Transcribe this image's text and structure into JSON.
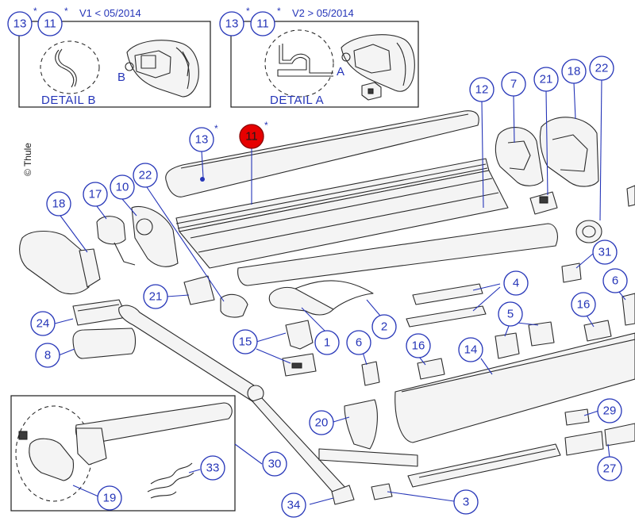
{
  "copyright": "© Thule",
  "details": {
    "left": {
      "version": "V1 < 05/2014",
      "label": "DETAIL B",
      "letter": "B",
      "tag1": "13",
      "tag2": "11"
    },
    "right": {
      "version": "V2 > 05/2014",
      "label": "DETAIL A",
      "letter": "A",
      "tag1": "13",
      "tag2": "11"
    },
    "star": "*"
  },
  "callouts": [
    {
      "id": "c11",
      "text": "11",
      "highlight": true,
      "star": true
    },
    {
      "id": "c13",
      "text": "13",
      "highlight": false,
      "star": true
    },
    {
      "id": "c12",
      "text": "12"
    },
    {
      "id": "c7",
      "text": "7"
    },
    {
      "id": "c21a",
      "text": "21"
    },
    {
      "id": "c18a",
      "text": "18"
    },
    {
      "id": "c22a",
      "text": "22"
    },
    {
      "id": "c18b",
      "text": "18"
    },
    {
      "id": "c17",
      "text": "17"
    },
    {
      "id": "c10",
      "text": "10"
    },
    {
      "id": "c22b",
      "text": "22"
    },
    {
      "id": "c31",
      "text": "31"
    },
    {
      "id": "c21b",
      "text": "21"
    },
    {
      "id": "c24",
      "text": "24"
    },
    {
      "id": "c4",
      "text": "4"
    },
    {
      "id": "c6a",
      "text": "6"
    },
    {
      "id": "c5",
      "text": "5"
    },
    {
      "id": "c16a",
      "text": "16"
    },
    {
      "id": "c8",
      "text": "8"
    },
    {
      "id": "c15",
      "text": "15"
    },
    {
      "id": "c1",
      "text": "1"
    },
    {
      "id": "c2",
      "text": "2"
    },
    {
      "id": "c6b",
      "text": "6"
    },
    {
      "id": "c16b",
      "text": "16"
    },
    {
      "id": "c14",
      "text": "14"
    },
    {
      "id": "c20",
      "text": "20"
    },
    {
      "id": "c29",
      "text": "29"
    },
    {
      "id": "c30",
      "text": "30"
    },
    {
      "id": "c33",
      "text": "33"
    },
    {
      "id": "c27",
      "text": "27"
    },
    {
      "id": "c19",
      "text": "19"
    },
    {
      "id": "c34",
      "text": "34"
    },
    {
      "id": "c3",
      "text": "3"
    }
  ]
}
